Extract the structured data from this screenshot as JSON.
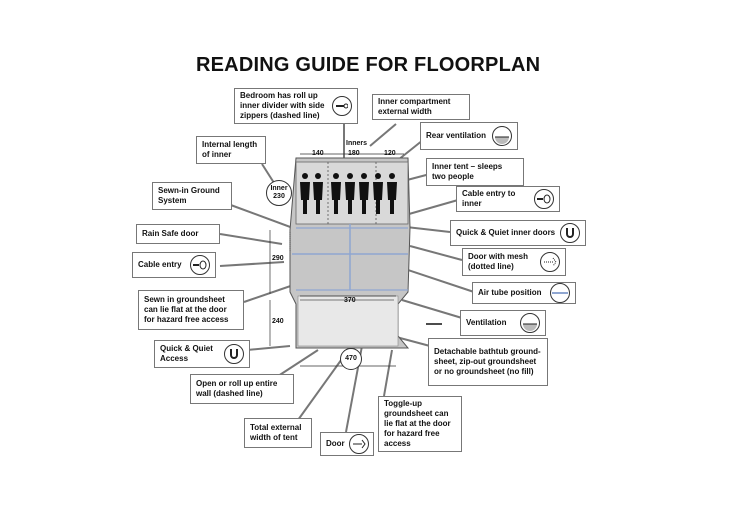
{
  "title": "READING GUIDE FOR FLOORPLAN",
  "labels": {
    "bedroom_divider": "Bedroom has roll up inner divider with side zippers (dashed line)",
    "inner_width": "Inner compartment external width",
    "internal_length": "Internal length of inner",
    "rear_ventilation": "Rear ventilation",
    "inner_tent": "Inner tent – sleeps two people",
    "sewn_groundsystem": "Sewn-in Ground System",
    "cable_entry_inner": "Cable entry to inner",
    "rain_safe_door": "Rain Safe door",
    "quiet_inner_doors": "Quick & Quiet inner doors",
    "cable_entry": "Cable entry",
    "door_with_mesh": "Door with mesh (dotted line)",
    "air_tube": "Air tube position",
    "sewn_flat": "Sewn in groundsheet can lie flat at the door for hazard free access",
    "ventilation": "Ventilation",
    "quiet_access": "Quick & Quiet Access",
    "bathtub": "Detachable bathtub ground-sheet, zip-out groundsheet or no groundsheet (no fill)",
    "roll_up_wall": "Open or roll up entire wall (dashed line)",
    "toggle_up": "Toggle-up groundsheet can lie flat at the door for hazard free access",
    "total_width": "Total external width of tent",
    "door": "Door"
  },
  "dimensions": {
    "inners": "Inners",
    "w140": "140",
    "w180": "180",
    "w120": "120",
    "inner_label": "Inner",
    "inner_length": "230",
    "length290": "290",
    "length240": "240",
    "width370": "370",
    "width470": "470"
  },
  "colors": {
    "tent_fill": "#c6c6c6",
    "bedroom_fill": "#d9d9d9",
    "porch_fill": "#e8e8e8",
    "tube": "#8fa6d1",
    "person": "#111111",
    "arrow": "#777777"
  },
  "icons": [
    "cable-entry-icon",
    "magnet-icon",
    "mesh-door-icon",
    "air-tube-icon",
    "vent-icon",
    "door-icon",
    "rear-vent-icon"
  ]
}
